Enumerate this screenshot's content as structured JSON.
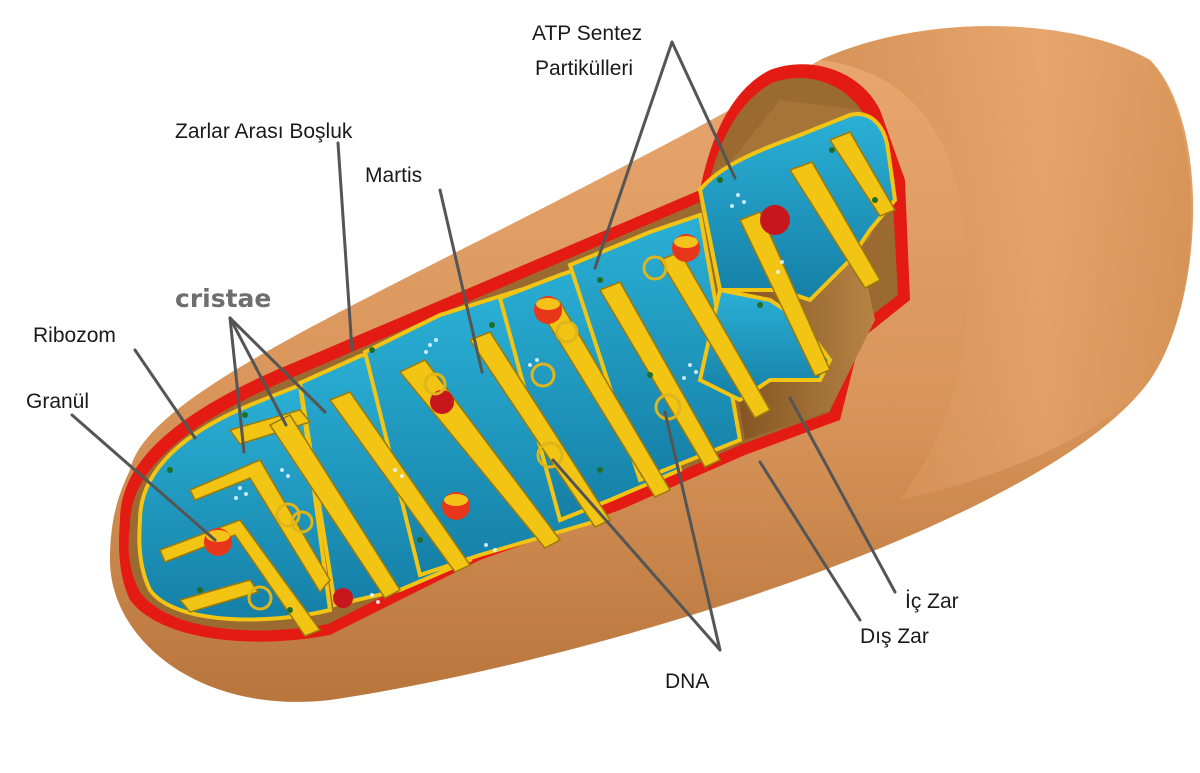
{
  "labels": {
    "atp_line1": "ATP Sentez",
    "atp_line2": "Partikülleri",
    "zarlar_arasi": "Zarlar Arası Boşluk",
    "martis": "Martis",
    "cristae": "cristae",
    "ribozom": "Ribozom",
    "granul": "Granül",
    "ic_zar": "İç Zar",
    "dis_zar": "Dış Zar",
    "dna": "DNA"
  },
  "colors": {
    "outer_membrane": "#d9955a",
    "outer_edge": "#e41b13",
    "matrix": "#1f9cc4",
    "inner_membrane": "#f2c413",
    "intermembrane_floor": "#a8732f",
    "leader_line": "#555555"
  }
}
